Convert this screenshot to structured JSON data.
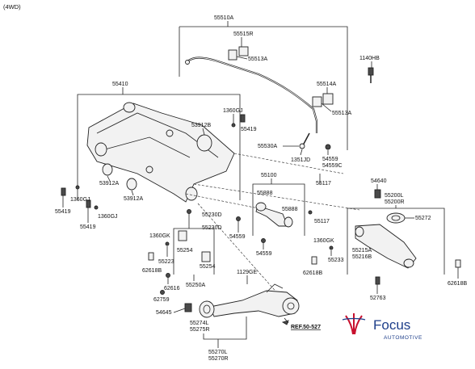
{
  "header": {
    "variant": "(4WD)"
  },
  "labels": {
    "55510A": "55510A",
    "55515R": "55515R",
    "55513A_top": "55513A",
    "1140HB": "1140HB",
    "55514A": "55514A",
    "55513A_right": "55513A",
    "55410": "55410",
    "1360GJ_top": "1360GJ",
    "53912B": "53912B",
    "55419_top": "55419",
    "55530A": "55530A",
    "1351JD": "1351JD",
    "54559_a": "54559",
    "54559C": "54559C",
    "53912A_a": "53912A",
    "53912A_b": "53912A",
    "1360GJ_l1": "1360GJ",
    "1360GJ_l2": "1360GJ",
    "55419_l1": "55419",
    "55419_l2": "55419",
    "55100": "55100",
    "55117_a": "55117",
    "55888_a": "55888",
    "55888_b": "55888",
    "55117_b": "55117",
    "54640": "54640",
    "55200L": "55200L",
    "55200R": "55200R",
    "55272": "55272",
    "55230D": "55230D",
    "1360GK_l": "1360GK",
    "55223": "55223",
    "62618B_l": "62618B",
    "55254_a": "55254",
    "55254_b": "55254",
    "55250A": "55250A",
    "54559_b": "54559",
    "54559_c": "54559",
    "1360GK_r": "1360GK",
    "55215A": "55215A",
    "55216B": "55216B",
    "55233": "55233",
    "62618B_m": "62618B",
    "62618B_r": "62618B",
    "52763": "52763",
    "62616": "62616",
    "62759": "62759",
    "1129GE": "1129GE",
    "54645": "54645",
    "55274L": "55274L",
    "55275R": "55275R",
    "55270L": "55270L",
    "55270R": "55270R",
    "ref": "REF.50-527"
  },
  "logo": {
    "brand": "Focus",
    "tagline": "AUTOMOTIVE",
    "brand_color": "#1d3e8a",
    "accent_color": "#c8102e"
  }
}
